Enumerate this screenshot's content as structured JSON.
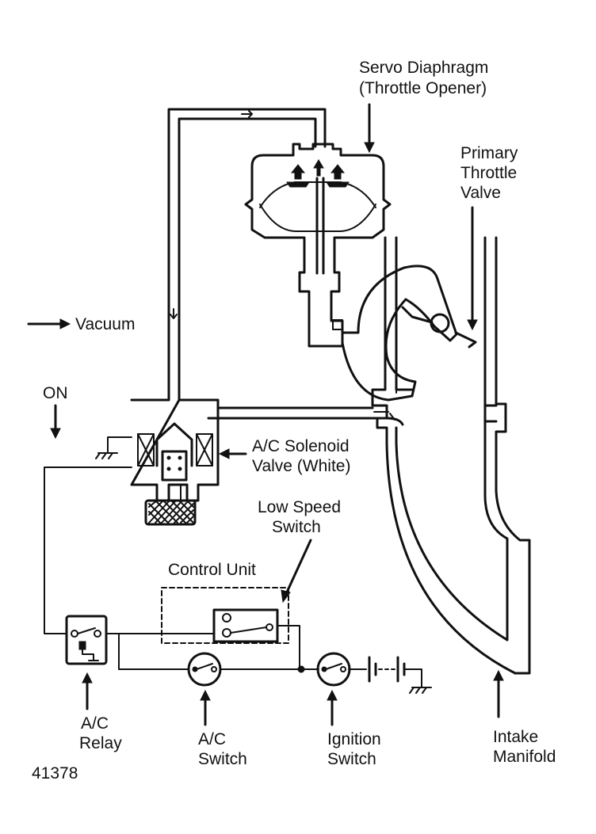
{
  "labels": {
    "servo_line1": "Servo Diaphragm",
    "servo_line2": "(Throttle Opener)",
    "primary_line1": "Primary",
    "primary_line2": "Throttle",
    "primary_line3": "Valve",
    "vacuum": "Vacuum",
    "on": "ON",
    "solenoid_line1": "A/C Solenoid",
    "solenoid_line2": "Valve (White)",
    "low_speed_line1": "Low Speed",
    "low_speed_line2": "Switch",
    "control_unit": "Control Unit",
    "ac_relay_line1": "A/C",
    "ac_relay_line2": "Relay",
    "ac_switch_line1": "A/C",
    "ac_switch_line2": "Switch",
    "ignition_line1": "Ignition",
    "ignition_line2": "Switch",
    "intake_line1": "Intake",
    "intake_line2": "Manifold",
    "figure_number": "41378"
  }
}
